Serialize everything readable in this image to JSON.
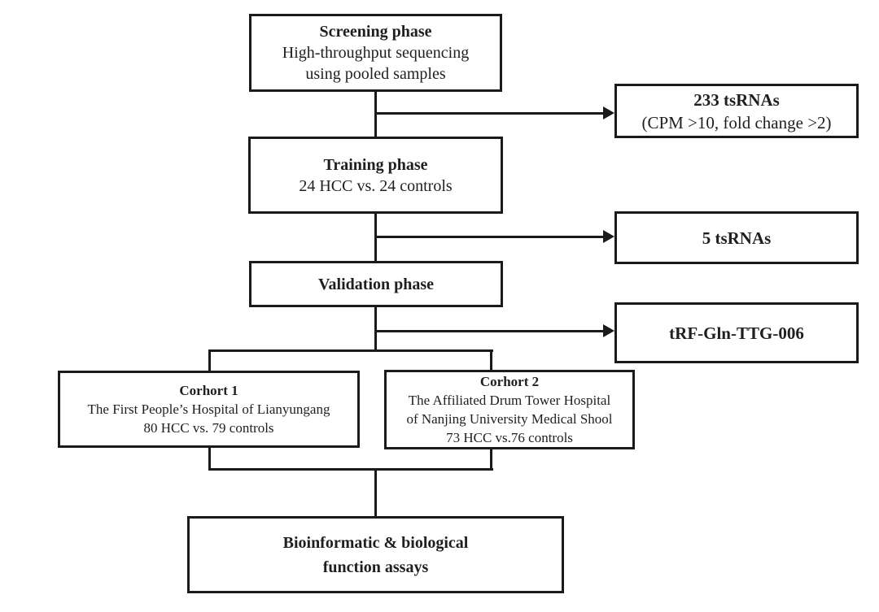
{
  "figure": {
    "background_color": "#ffffff",
    "line_color": "#1a1a1a",
    "text_color": "#1f1f1f"
  },
  "boxes": {
    "screening": {
      "title": "Screening phase",
      "body_line1": "High-throughput sequencing",
      "body_line2": "using pooled samples"
    },
    "result_233": {
      "title": "233 tsRNAs",
      "body_line1": "(CPM >10, fold change >2)"
    },
    "training": {
      "title": "Training phase",
      "body_line1": "24 HCC vs. 24 controls"
    },
    "result_5": {
      "title": "5 tsRNAs"
    },
    "validation": {
      "title": "Validation phase"
    },
    "result_trf": {
      "title": "tRF-Gln-TTG-006"
    },
    "cohort1": {
      "title": "Corhort 1",
      "body_line1": "The First People’s Hospital of Lianyungang",
      "body_line2": "80 HCC vs. 79 controls"
    },
    "cohort2": {
      "title": "Corhort 2",
      "body_line1": "The Affiliated Drum Tower Hospital",
      "body_line2": "of Nanjing University Medical Shool",
      "body_line3": "73 HCC vs.76 controls"
    },
    "final": {
      "title_line1": "Bioinformatic & biological",
      "title_line2": "function assays"
    }
  }
}
